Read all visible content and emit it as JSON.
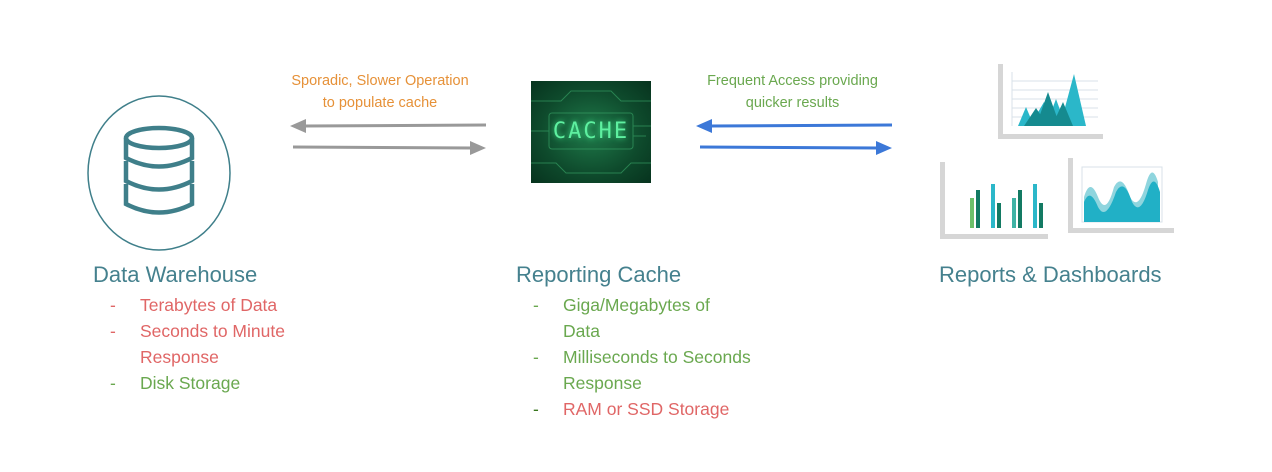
{
  "captions": {
    "slow_line1": "Sporadic, Slower Operation",
    "slow_line2": "to populate cache",
    "fast_line1": "Frequent Access providing",
    "fast_line2": "quicker results"
  },
  "cache_image_text": "CACHE",
  "nodes": [
    {
      "title": "Data Warehouse",
      "items": [
        {
          "dash": "-",
          "text": "Terabytes of Data",
          "color": "red"
        },
        {
          "dash": "-",
          "text": "Seconds to Minute Response",
          "color": "red"
        },
        {
          "dash": "-",
          "text": "Disk Storage",
          "color": "green"
        }
      ]
    },
    {
      "title": "Reporting Cache",
      "items": [
        {
          "dash": "-",
          "text": "Giga/Megabytes of Data",
          "color": "green"
        },
        {
          "dash": "-",
          "text": "Milliseconds to Seconds Response",
          "color": "green"
        },
        {
          "dash": "-",
          "text": "RAM or SSD Storage",
          "color": "red"
        }
      ]
    },
    {
      "title": "Reports & Dashboards",
      "items": []
    }
  ],
  "colors": {
    "title": "#45818e",
    "red": "#e06666",
    "green": "#6aa84f",
    "orange": "#e69138",
    "blue": "#3c78d8",
    "gray": "#999999"
  }
}
